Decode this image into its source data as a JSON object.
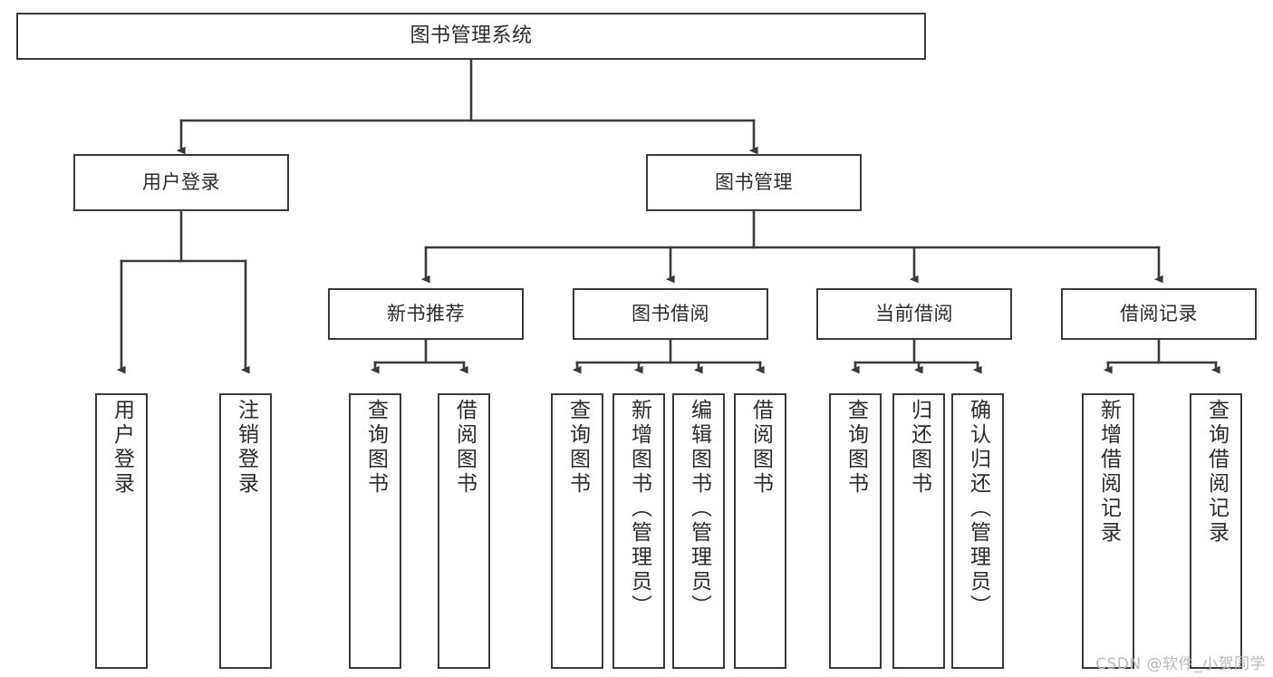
{
  "diagram": {
    "title": "图书管理系统",
    "type": "tree-hierarchy",
    "orientation": "top-down",
    "colors": {
      "box_border": "#3a3a3a",
      "box_fill": "#ffffff",
      "edge": "#3a3a3a",
      "text": "#2b2b2b",
      "watermark": "#b9b9b9",
      "background": "#ffffff"
    },
    "root": {
      "label": "图书管理系统"
    },
    "level2": [
      {
        "label": "用户登录"
      },
      {
        "label": "图书管理"
      }
    ],
    "level3": [
      {
        "label": "新书推荐"
      },
      {
        "label": "图书借阅"
      },
      {
        "label": "当前借阅"
      },
      {
        "label": "借阅记录"
      }
    ],
    "leaves": {
      "user_login": [
        {
          "label": "用户登录"
        },
        {
          "label": "注销登录"
        }
      ],
      "new_book_recommend": [
        {
          "label": "查询图书"
        },
        {
          "label": "借阅图书"
        }
      ],
      "book_borrow": [
        {
          "label": "查询图书"
        },
        {
          "label": "新增图书（管理员）"
        },
        {
          "label": "编辑图书（管理员）"
        },
        {
          "label": "借阅图书"
        }
      ],
      "current_borrow": [
        {
          "label": "查询图书"
        },
        {
          "label": "归还图书"
        },
        {
          "label": "确认归还（管理员）"
        }
      ],
      "borrow_record": [
        {
          "label": "新增借阅记录"
        },
        {
          "label": "查询借阅记录"
        }
      ]
    }
  },
  "watermark": {
    "text": "CSDN @软件_小贺同学"
  }
}
